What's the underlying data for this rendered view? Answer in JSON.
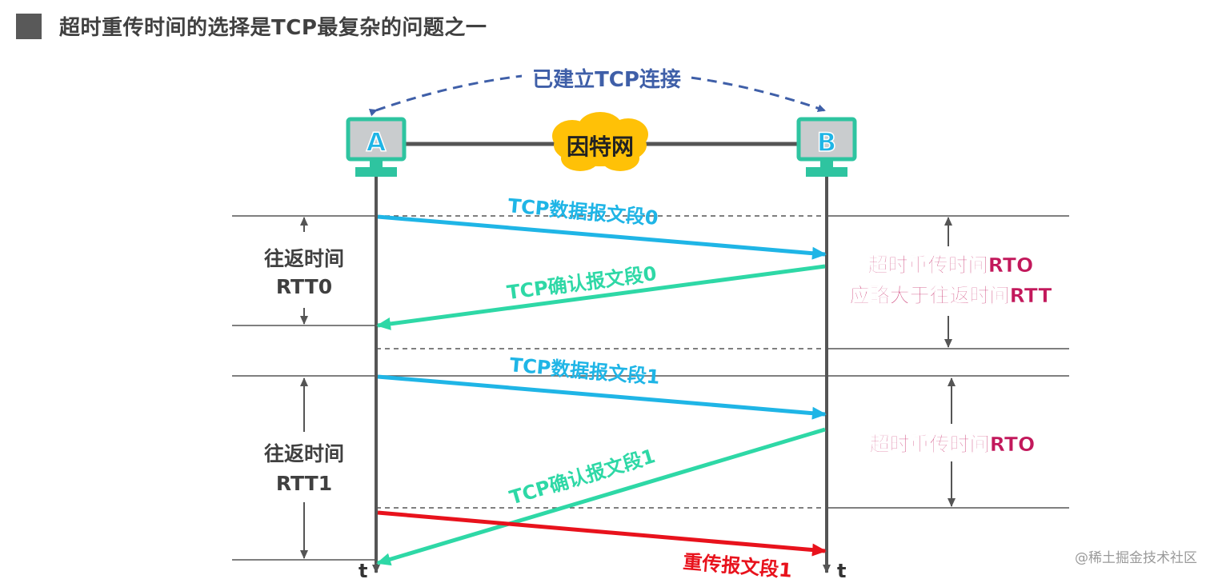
{
  "title": "超时重传时间的选择是TCP最复杂的问题之一",
  "connection_label": "已建立TCP连接",
  "internet_label": "因特网",
  "host_a": "A",
  "host_b": "B",
  "time_label": "t",
  "messages": {
    "data0": "TCP数据报文段0",
    "ack0": "TCP确认报文段0",
    "data1": "TCP数据报文段1",
    "ack1": "TCP确认报文段1",
    "retrans1": "重传报文段1"
  },
  "rtt0": {
    "line1": "往返时间",
    "line2": "RTT0"
  },
  "rtt1": {
    "line1": "往返时间",
    "line2": "RTT1"
  },
  "rto0": {
    "line1": "超时重传时间RTO",
    "line2": "应略大于往返时间RTT"
  },
  "rto1": {
    "line1": "超时重传时间RTO"
  },
  "watermark": "@稀土掘金技术社区",
  "colors": {
    "data_arrow": "#1fb5e6",
    "ack_arrow": "#2ed8a6",
    "retrans_arrow": "#e8121c",
    "rto_text": "#c2185b",
    "host_border": "#2ec4a0",
    "host_fill": "#c9ccce",
    "cloud": "#ffc107",
    "connection": "#3f5fa8",
    "timeline": "#555555"
  }
}
